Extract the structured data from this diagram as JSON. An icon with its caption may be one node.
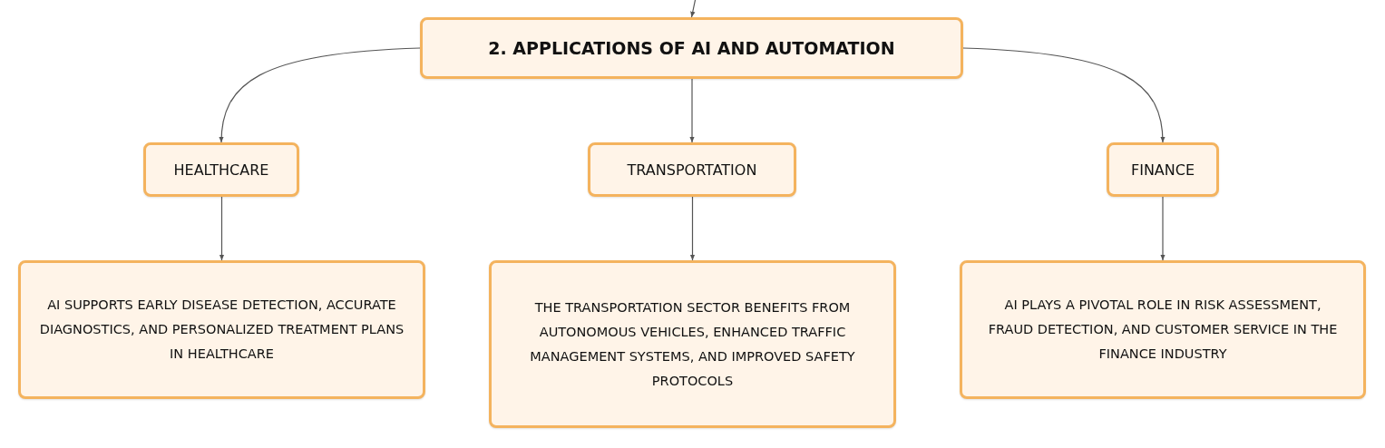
{
  "diagram": {
    "nodes": [
      {
        "text": [
          "2. APPLICATIONS OF AI AND AUTOMATION"
        ]
      },
      {
        "text": [
          "HEALTHCARE"
        ]
      },
      {
        "text": [
          "TRANSPORTATION"
        ]
      },
      {
        "text": [
          "FINANCE"
        ]
      },
      {
        "text": [
          "AI SUPPORTS EARLY DISEASE DETECTION, ACCURATE DIAGNOSTICS, AND PERSONALIZED TREATMENT PLANS IN HEALTHCARE"
        ]
      },
      {
        "text": [
          "THE TRANSPORTATION SECTOR BENEFITS FROM AUTONOMOUS VEHICLES, ENHANCED TRAFFIC MANAGEMENT SYSTEMS, AND IMPROVED SAFETY PROTOCOLS"
        ]
      },
      {
        "text": [
          "AI PLAYS A PIVOTAL ROLE IN RISK ASSESSMENT, FRAUD DETECTION, AND CUSTOMER SERVICE IN THE FINANCE INDUSTRY"
        ]
      }
    ],
    "edges": [
      {
        "from": null,
        "to": 0,
        "arrow": "to"
      },
      {
        "from": 0,
        "to": 1,
        "arrow": "to"
      },
      {
        "from": 0,
        "to": 2,
        "arrow": "to"
      },
      {
        "from": 0,
        "to": 3,
        "arrow": "to"
      },
      {
        "from": 1,
        "to": 4,
        "arrow": "to"
      },
      {
        "from": 2,
        "to": 5,
        "arrow": "to"
      },
      {
        "from": 3,
        "to": 6,
        "arrow": "to"
      }
    ]
  }
}
